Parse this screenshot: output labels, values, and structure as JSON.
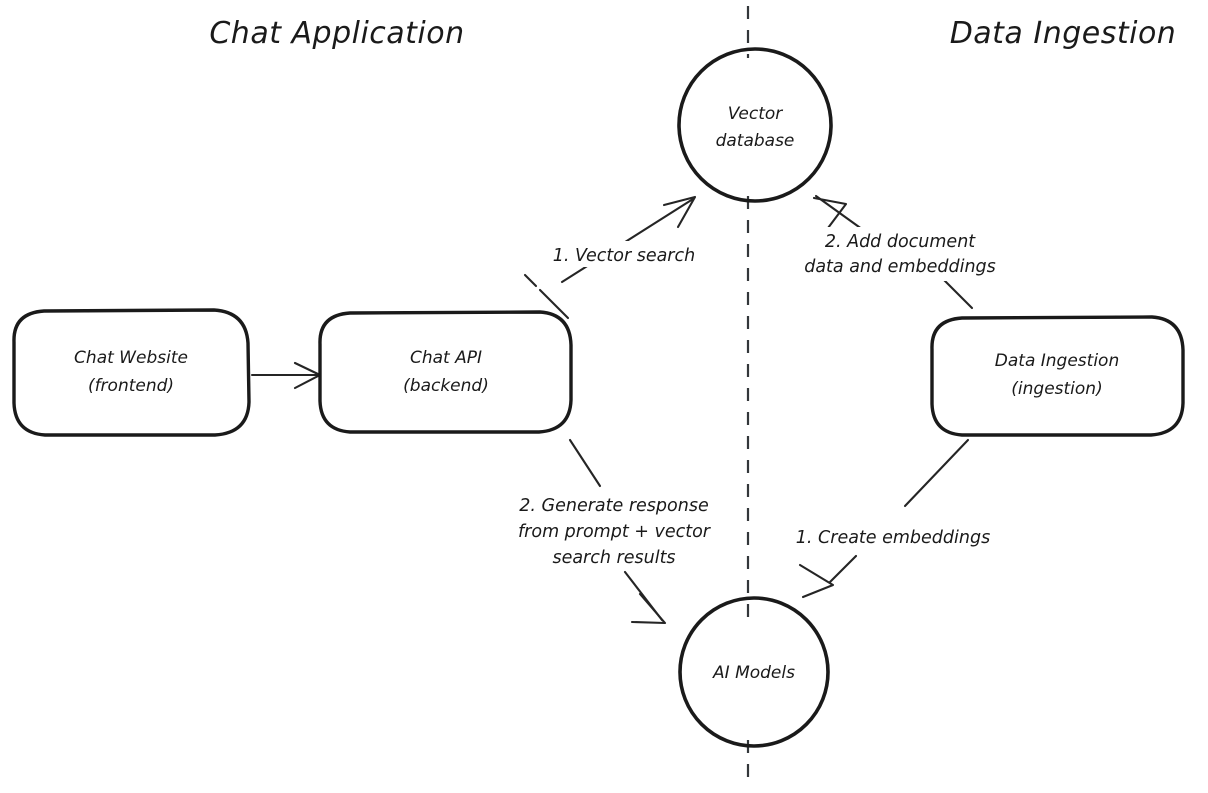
{
  "diagram": {
    "title_left": "Chat Application",
    "title_right": "Data Ingestion",
    "divider": "dashed-vertical-divider",
    "colors": {
      "frontend_fill": "#FCF6DC",
      "backend_fill": "#FDEEE0",
      "ingestion_fill": "#E4F6E4",
      "store_fill": "#DAEDFB",
      "stroke": "#1a1a1a",
      "connector": "#252525",
      "background": "#ffffff"
    },
    "nodes": [
      {
        "id": "chat-website",
        "shape": "rounded-rect",
        "line1": "Chat Website",
        "line2": "(frontend)",
        "fill": "#FCF6DC"
      },
      {
        "id": "chat-api",
        "shape": "rounded-rect",
        "line1": "Chat API",
        "line2": "(backend)",
        "fill": "#FDEEE0"
      },
      {
        "id": "data-ingestion",
        "shape": "rounded-rect",
        "line1": "Data Ingestion",
        "line2": "(ingestion)",
        "fill": "#E4F6E4"
      },
      {
        "id": "vector-database",
        "shape": "circle",
        "line1": "Vector",
        "line2": "database",
        "fill": "#DAEDFB"
      },
      {
        "id": "ai-models",
        "shape": "circle",
        "line1": "AI Models",
        "line2": "",
        "fill": "#DAEDFB"
      }
    ],
    "edges": [
      {
        "id": "website-to-api",
        "from": "chat-website",
        "to": "chat-api",
        "label_lines": []
      },
      {
        "id": "api-to-vector-db",
        "from": "chat-api",
        "to": "vector-database",
        "label_lines": [
          "1. Vector search"
        ]
      },
      {
        "id": "api-to-ai-models",
        "from": "chat-api",
        "to": "ai-models",
        "label_lines": [
          "2. Generate response",
          "from prompt + vector",
          "search results"
        ]
      },
      {
        "id": "ingestion-to-vector-db",
        "from": "data-ingestion",
        "to": "vector-database",
        "label_lines": [
          "2. Add document",
          "data and embeddings"
        ]
      },
      {
        "id": "ingestion-to-ai-models",
        "from": "data-ingestion",
        "to": "ai-models",
        "label_lines": [
          "1. Create embeddings"
        ]
      }
    ]
  }
}
